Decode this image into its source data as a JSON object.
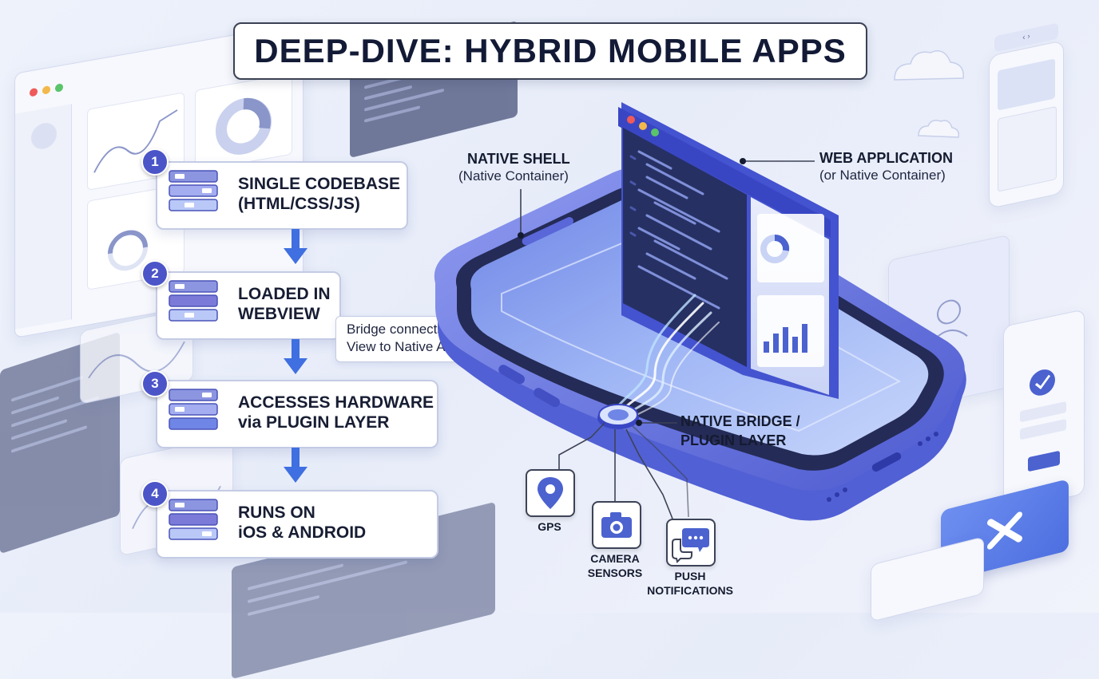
{
  "title": "DEEP-DIVE: HYBRID MOBILE APPS",
  "steps": [
    {
      "number": "1",
      "line1": "SINGLE CODEBASE",
      "line2": "(HTML/CSS/JS)"
    },
    {
      "number": "2",
      "line1": "LOADED IN",
      "line2": "WEBVIEW"
    },
    {
      "number": "3",
      "line1": "ACCESSES HARDWARE",
      "line2": "via PLUGIN LAYER"
    },
    {
      "number": "4",
      "line1": "RUNS ON",
      "line2": "iOS & ANDROID"
    }
  ],
  "callout": {
    "line1": "Bridge connects Web",
    "line2": "View to Native APIs"
  },
  "labels": {
    "native_shell": {
      "title": "NATIVE SHELL",
      "subtitle": "(Native Container)"
    },
    "web_application": {
      "title": "WEB APPLICATION",
      "subtitle": "(or Native Container)"
    },
    "native_bridge": {
      "line1": "NATIVE BRIDGE /",
      "line2": "PLUGIN LAYER"
    }
  },
  "hardware": [
    {
      "icon": "map-pin-icon",
      "line1": "GPS",
      "line2": ""
    },
    {
      "icon": "camera-icon",
      "line1": "CAMERA",
      "line2": "SENSORS"
    },
    {
      "icon": "chat-bubbles-icon",
      "line1": "PUSH",
      "line2": "NOTIFICATIONS"
    }
  ],
  "colors": {
    "accent": "#4b55c8",
    "phone_frame": "#5d6ad8",
    "screen": "#9fb6f5",
    "arrow": "#3f6fe0",
    "dark_text": "#121a36"
  }
}
